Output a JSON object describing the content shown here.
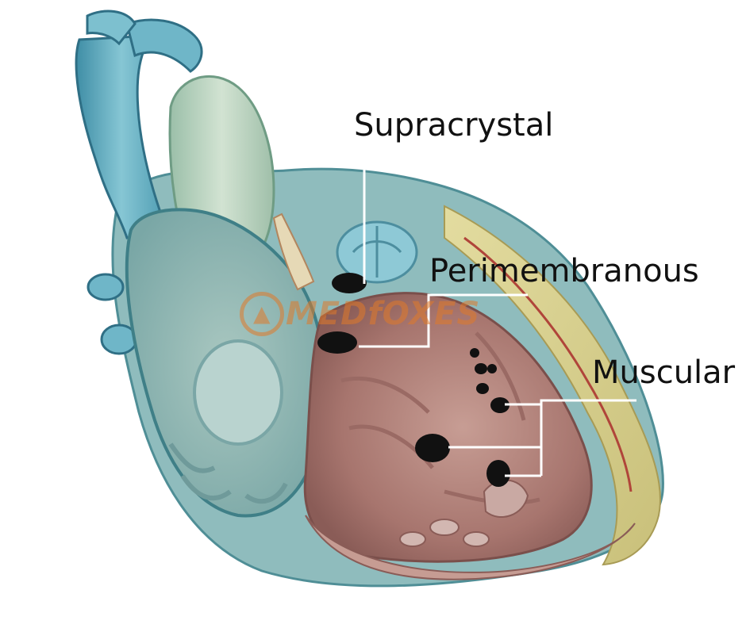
{
  "labels": {
    "supracrystal": "Supracrystal",
    "perimembranous": "Perimembranous",
    "muscular": "Muscular"
  },
  "watermark": {
    "text": "MEDfOXES",
    "color": "#e07a2a"
  },
  "colors": {
    "vessel": "#6fb6c8",
    "vessel_dark": "#3f8ea6",
    "aorta": "#b9d3c0",
    "wall": "#9fc2c0",
    "ventricle": "#b98a84",
    "defect": "#111111",
    "leader": "#ffffff"
  }
}
